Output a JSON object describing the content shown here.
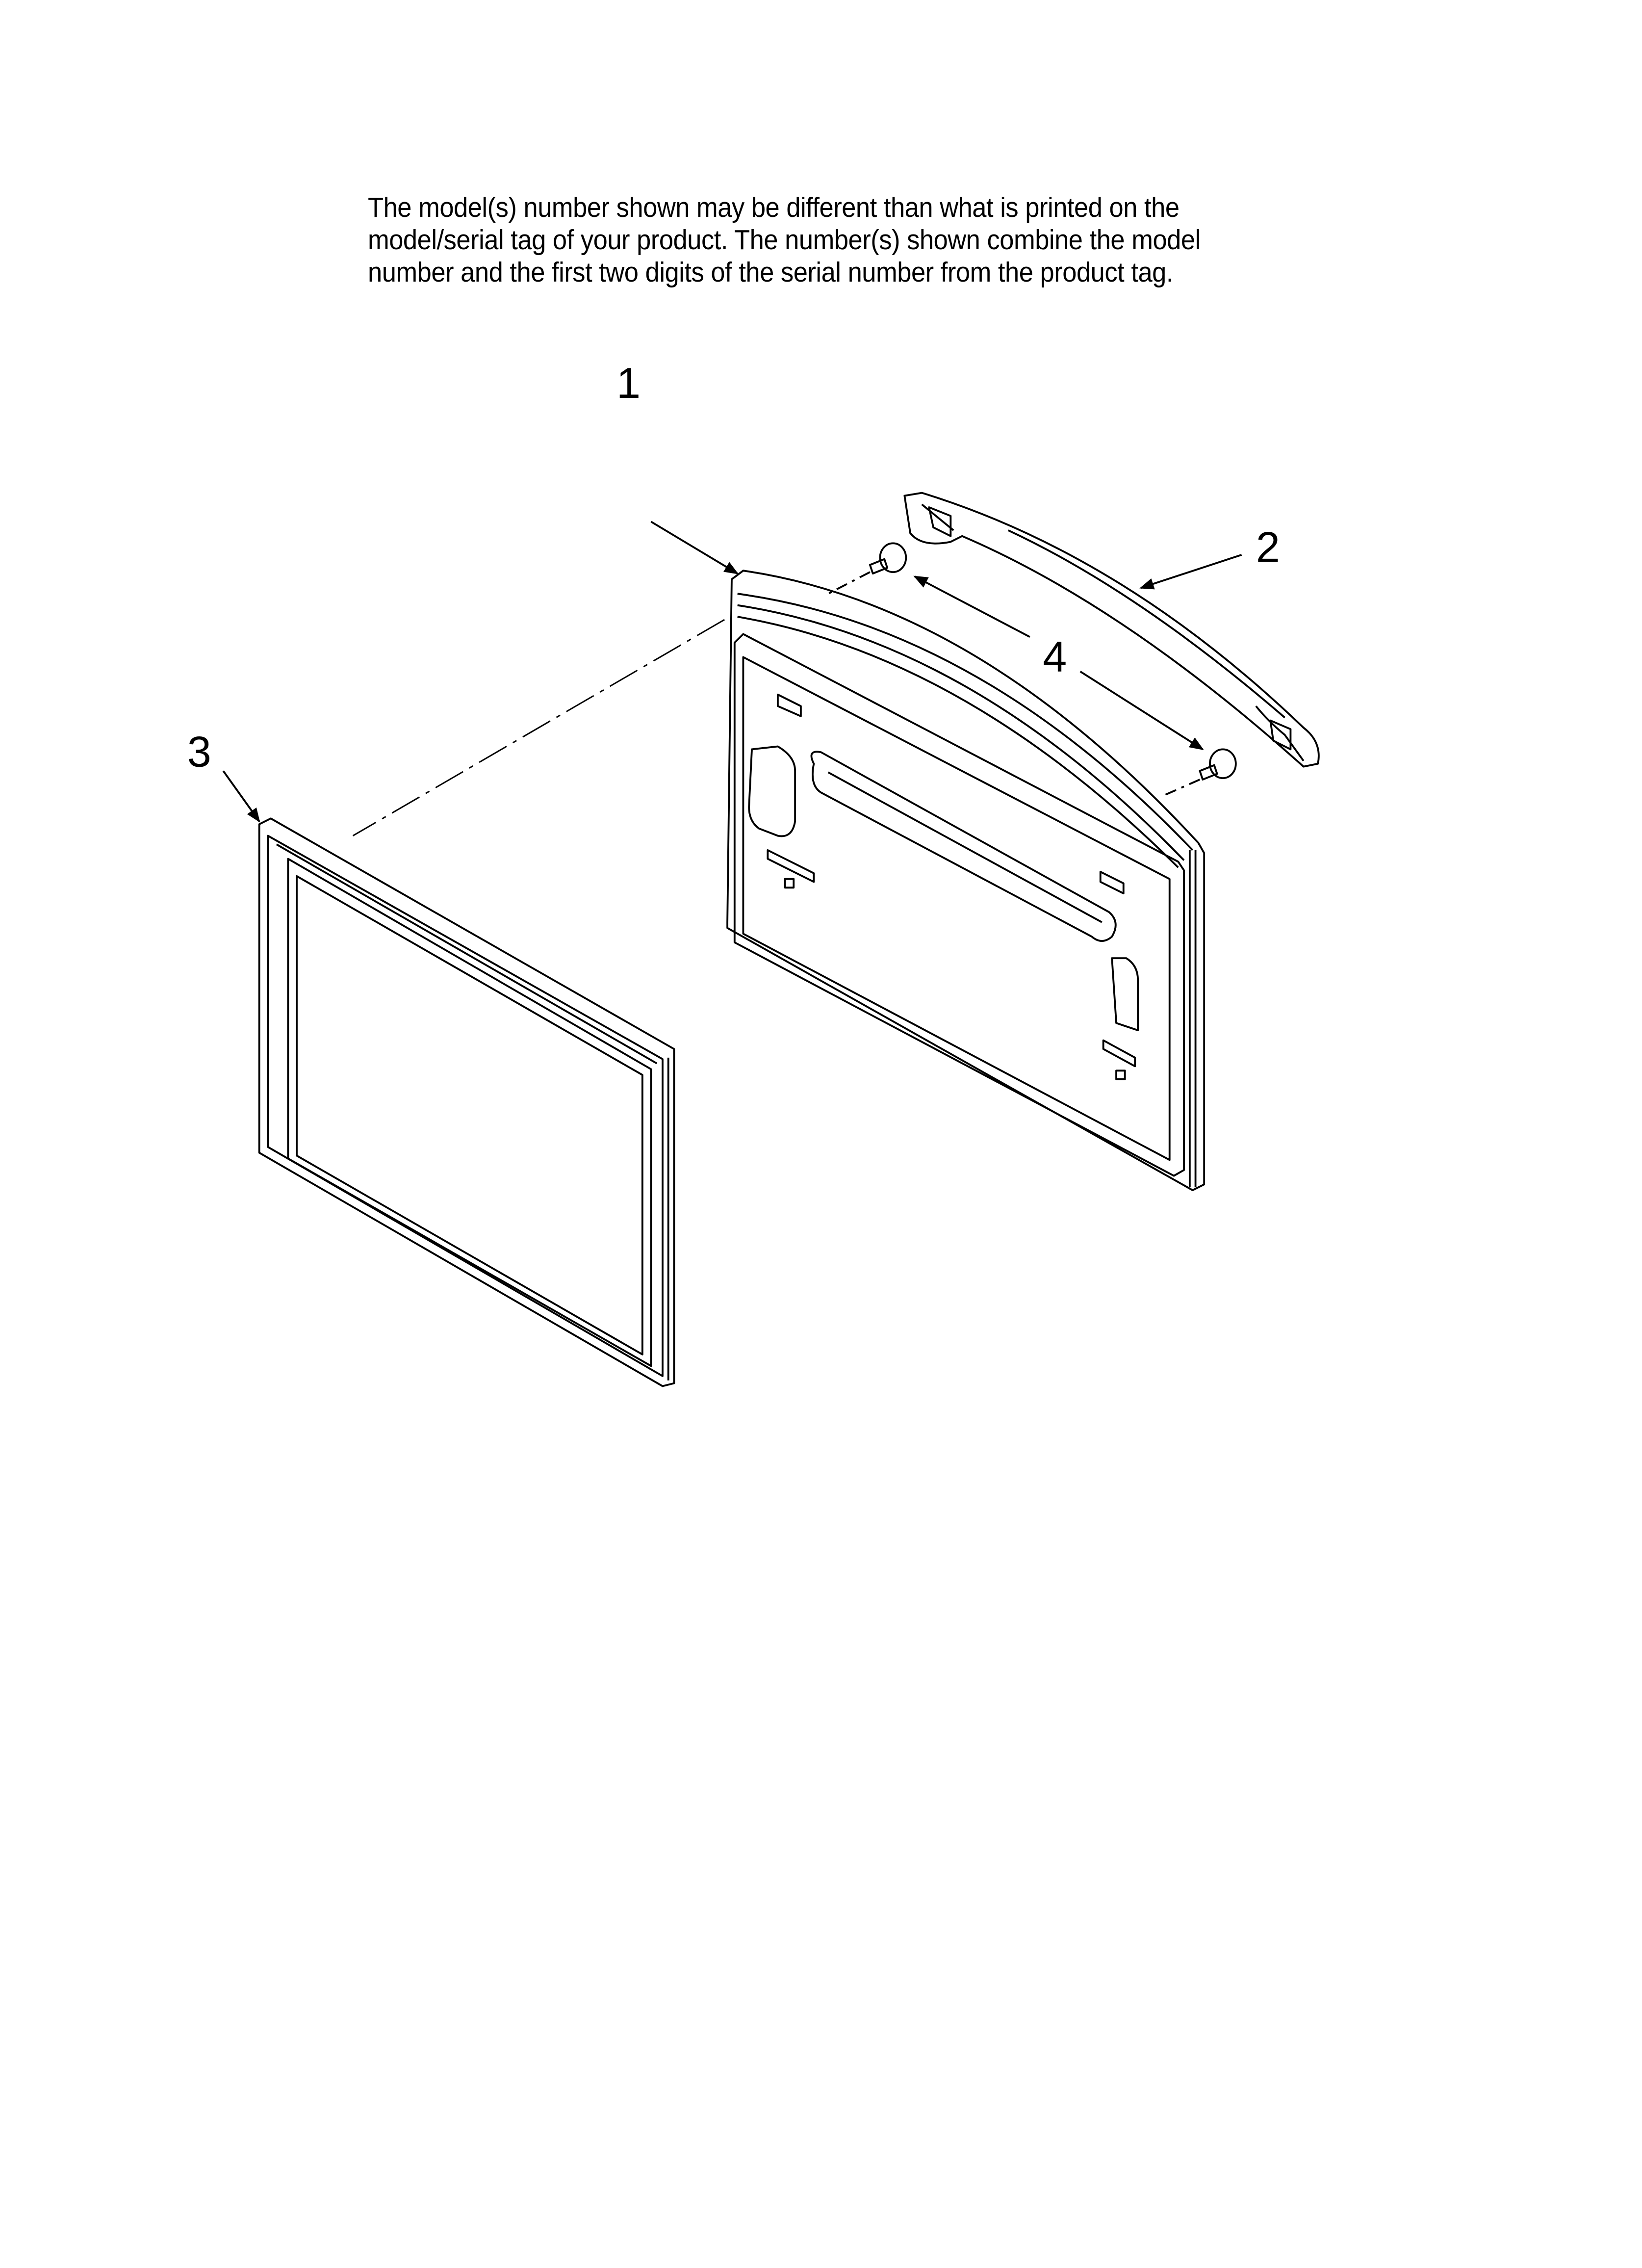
{
  "note": {
    "lines": [
      "The model(s) number shown may be different than what is printed on the",
      "model/serial tag of your product. The number(s) shown combine the model",
      "number and the first two digits of the serial number from the product tag."
    ]
  },
  "diagram": {
    "callouts": [
      {
        "number": "1",
        "part": "door"
      },
      {
        "number": "2",
        "part": "handle"
      },
      {
        "number": "3",
        "part": "gasket"
      },
      {
        "number": "4",
        "part": "screws"
      }
    ]
  }
}
